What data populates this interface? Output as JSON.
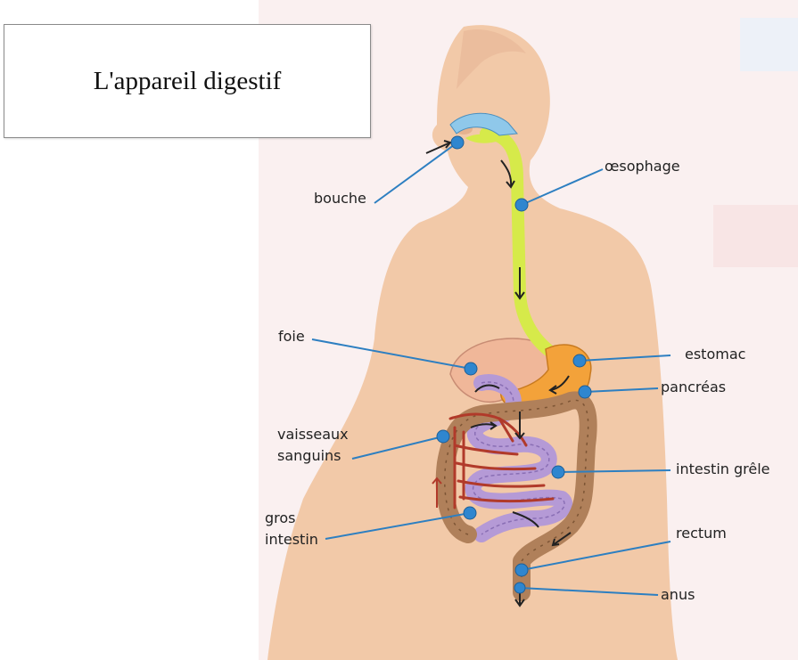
{
  "title": "L'appareil digestif",
  "labels": {
    "bouche": "bouche",
    "oesophage": "œsophage",
    "foie": "foie",
    "estomac": "estomac",
    "pancreas": "pancréas",
    "vaisseaux_1": "vaisseaux",
    "vaisseaux_2": "sanguins",
    "intestin_grele": "intestin grêle",
    "gros_intestin_1": "gros",
    "gros_intestin_2": "intestin",
    "rectum": "rectum",
    "anus": "anus"
  },
  "colors": {
    "skin": "#f2c9a8",
    "skin_shadow": "#e6b28e",
    "faded_background": "#f6e4e4",
    "mouth_blue": "#8fc8ea",
    "oesophagus_green": "#d6ea4a",
    "stomach_orange": "#f3a23a",
    "liver": "#f0b799",
    "small_intestine_purple": "#b59ad6",
    "large_intestine_brown": "#b0805a",
    "vessels_red": "#b13a2a",
    "pointer_line_blue": "#2d7fc1",
    "pointer_dot_blue": "#2f86cf"
  }
}
